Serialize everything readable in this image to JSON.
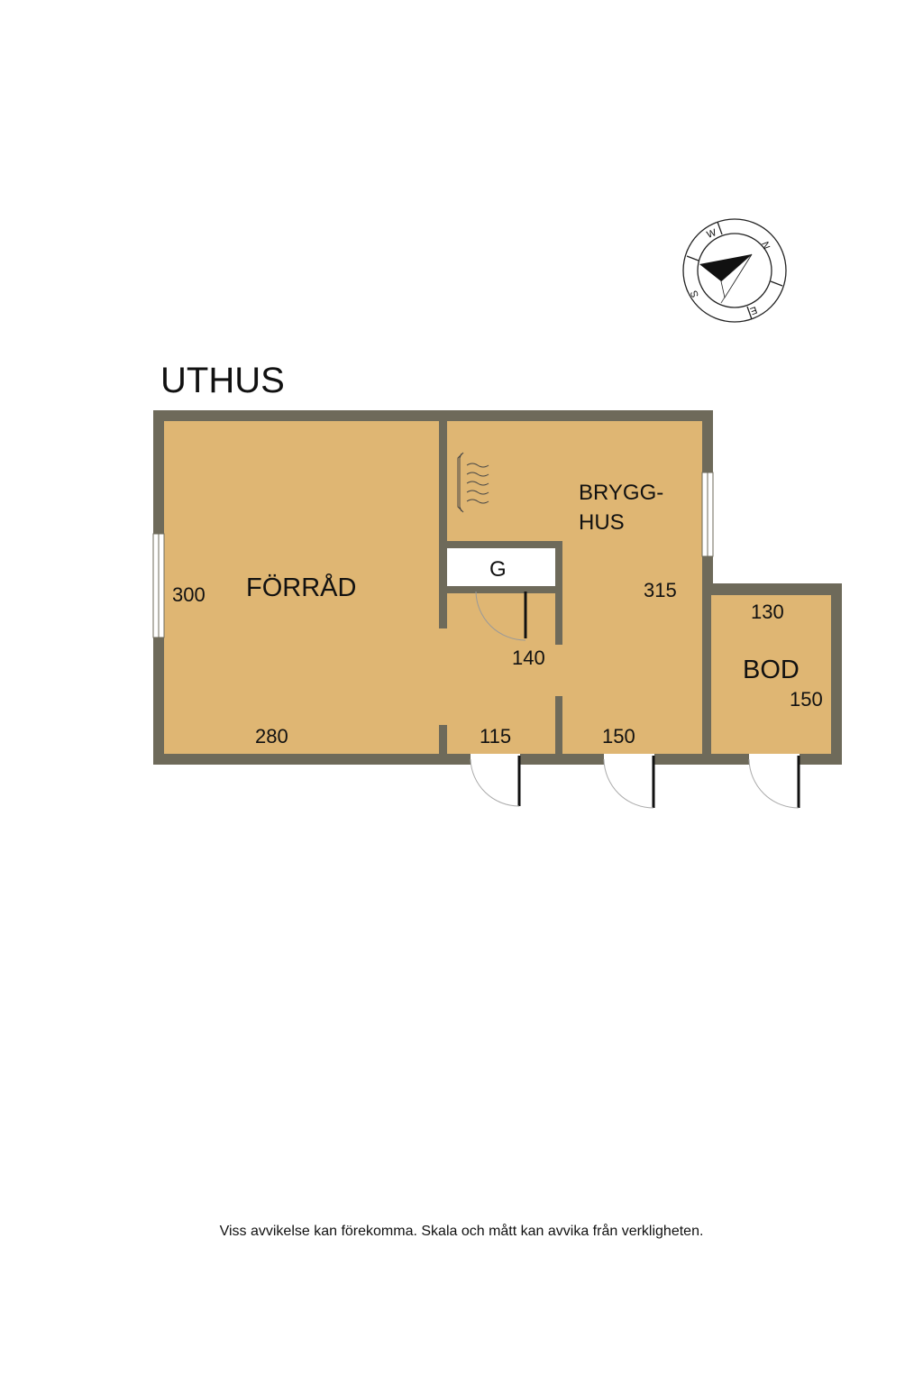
{
  "title": "UTHUS",
  "rooms": {
    "forrad": "FÖRRÅD",
    "brygghus_line1": "BRYGG-",
    "brygghus_line2": "HUS",
    "g": "G",
    "bod": "BOD"
  },
  "dimensions": {
    "forrad_height": "300",
    "forrad_width": "280",
    "hall_width": "115",
    "hall_depth": "140",
    "brygghus_width": "150",
    "brygghus_height": "315",
    "bod_width": "130",
    "bod_height": "150"
  },
  "compass": {
    "n": "N",
    "e": "E",
    "s": "S",
    "w": "W"
  },
  "disclaimer": "Viss avvikelse kan förekomma. Skala och mått kan avvika från verkligheten.",
  "colors": {
    "floor": "#dfb673",
    "wall": "#6e6a5a",
    "window": "#ffffff",
    "text": "#111111"
  }
}
